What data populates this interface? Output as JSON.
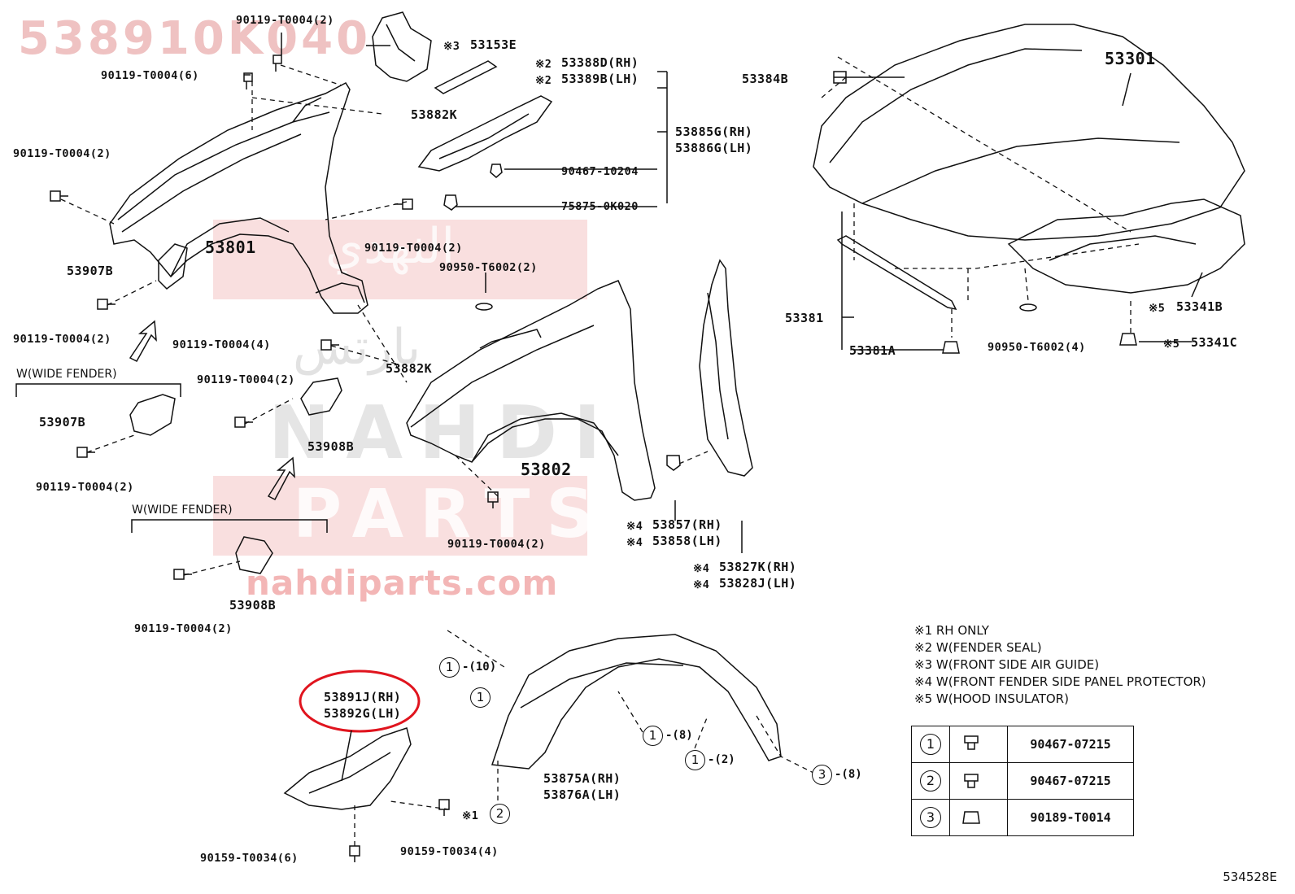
{
  "watermark": {
    "part_number": "538910K040",
    "url": "nahdiparts.com",
    "word_parts": "PARTS",
    "word_nahdi": "NAHDI",
    "arabic_top": "النهدي",
    "arabic_mid": "بارتس",
    "color": "#ee9e9e"
  },
  "labels": {
    "p90119_t0004_2_a": "90119-T0004(2)",
    "p90119_t0004_6": "90119-T0004(6)",
    "p53153e": "53153E",
    "p53153e_mark": "※3",
    "p53388d": "53388D(RH)",
    "p53388d_mark": "※2",
    "p53389b": "53389B(LH)",
    "p53389b_mark": "※2",
    "p53882k_a": "53882K",
    "p53885g": "53885G(RH)",
    "p53886g": "53886G(LH)",
    "p90119_t0004_2_b": "90119-T0004(2)",
    "p90467_10204": "90467-10204",
    "p75875_0k020": "75875-0K020",
    "p53801": "53801",
    "p90119_t0004_2_c": "90119-T0004(2)",
    "p53907b_a": "53907B",
    "p90950_t6002_2": "90950-T6002(2)",
    "p90119_t0004_2_d": "90119-T0004(2)",
    "p90119_t0004_4": "90119-T0004(4)",
    "p53882k_b": "53882K",
    "w_wide_fender_a": "W(WIDE FENDER)",
    "p90119_t0004_2_e": "90119-T0004(2)",
    "p53907b_b": "53907B",
    "p53908b_a": "53908B",
    "p90119_t0004_2_f": "90119-T0004(2)",
    "p53802": "53802",
    "w_wide_fender_b": "W(WIDE FENDER)",
    "p90119_t0004_2_g": "90119-T0004(2)",
    "p53857": "53857(RH)",
    "p53857_mark": "※4",
    "p53858": "53858(LH)",
    "p53858_mark": "※4",
    "p53827k": "53827K(RH)",
    "p53827k_mark": "※4",
    "p53828j": "53828J(LH)",
    "p53828j_mark": "※4",
    "p53908b_b": "53908B",
    "p90119_t0004_2_h": "90119-T0004(2)",
    "p53384b": "53384B",
    "p53301": "53301",
    "p53381": "53381",
    "p53381a": "53381A",
    "p90950_t6002_4": "90950-T6002(4)",
    "p53341b": "53341B",
    "p53341b_mark": "※5",
    "p53341c": "53341C",
    "p53341c_mark": "※5",
    "p53891j": "53891J(RH)",
    "p53892g": "53892G(LH)",
    "p53875a": "53875A(RH)",
    "p53876a": "53876A(LH)",
    "p90159_t0034_6": "90159-T0034(6)",
    "p90159_t0034_4": "90159-T0034(4)",
    "mark_x1": "※1",
    "c1_10_num": "1",
    "c1_10_qty": "-(10)",
    "c1_plain": "1",
    "c1_8_num": "1",
    "c1_8_qty": "-(8)",
    "c1_2_num": "1",
    "c1_2_qty": "-(2)",
    "c2_num": "2",
    "c3_8_num": "3",
    "c3_8_qty": "-(8)"
  },
  "notes": [
    "※1 RH ONLY",
    "※2 W(FENDER SEAL)",
    "※3 W(FRONT SIDE AIR GUIDE)",
    "※4 W(FRONT FENDER SIDE PANEL PROTECTOR)",
    "※5 W(HOOD INSULATOR)"
  ],
  "legend": [
    {
      "num": "1",
      "part": "90467-07215"
    },
    {
      "num": "2",
      "part": "90467-07215"
    },
    {
      "num": "3",
      "part": "90189-T0014"
    }
  ],
  "highlight_color": "#e0141e",
  "diagram_code": "534528E"
}
